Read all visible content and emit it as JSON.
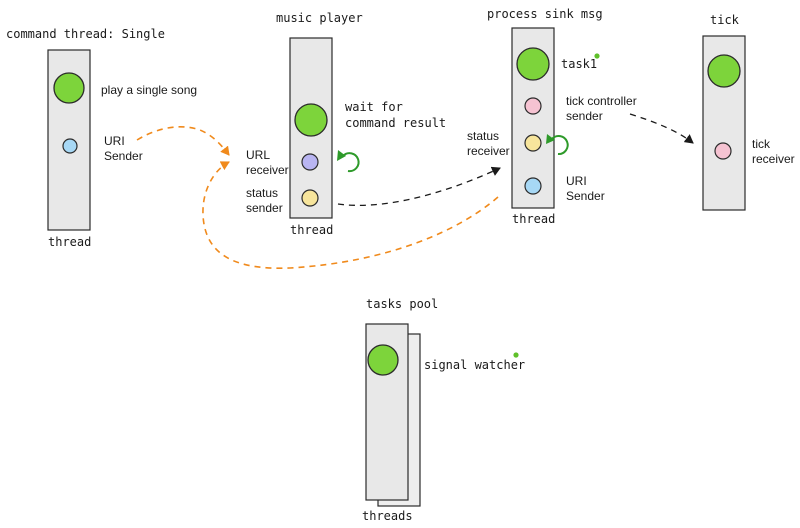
{
  "colors": {
    "main_circle": "#7dd43b",
    "blue_dot": "#a7d8f5",
    "purple_dot": "#b9b5f2",
    "yellow_dot": "#f7e59c",
    "pink_dot": "#f6c3d2",
    "orange_arrow": "#f08a1c",
    "loop_arrow": "#2e9a2a",
    "indicator_dot": "#5fc02a"
  },
  "command_thread": {
    "title": "command thread: Single",
    "footer": "thread",
    "main_label": "play a single song",
    "uri_sender_line1": "URI",
    "uri_sender_line2": "Sender"
  },
  "music_player": {
    "title": "music player",
    "footer": "thread",
    "wait_line1": "wait for",
    "wait_line2": "command result",
    "url_receiver_line1": "URL",
    "url_receiver_line2": "receiver",
    "status_sender_line1": "status",
    "status_sender_line2": "sender"
  },
  "process_sink": {
    "title": "process sink msg",
    "footer": "thread",
    "task_label": "task1",
    "tick_controller_line1": "tick controller",
    "tick_controller_line2": "sender",
    "status_receiver_line1": "status",
    "status_receiver_line2": "receiver",
    "uri_sender_line1": "URI",
    "uri_sender_line2": "Sender"
  },
  "tick": {
    "title": "tick",
    "tick_receiver_line1": "tick",
    "tick_receiver_line2": "receiver"
  },
  "tasks_pool": {
    "title": "tasks pool",
    "footer": "threads",
    "watcher_label": "signal watcher"
  },
  "icons": [
    "loop-arrow-icon",
    "indicator-dot-icon",
    "arrowhead-icon"
  ]
}
